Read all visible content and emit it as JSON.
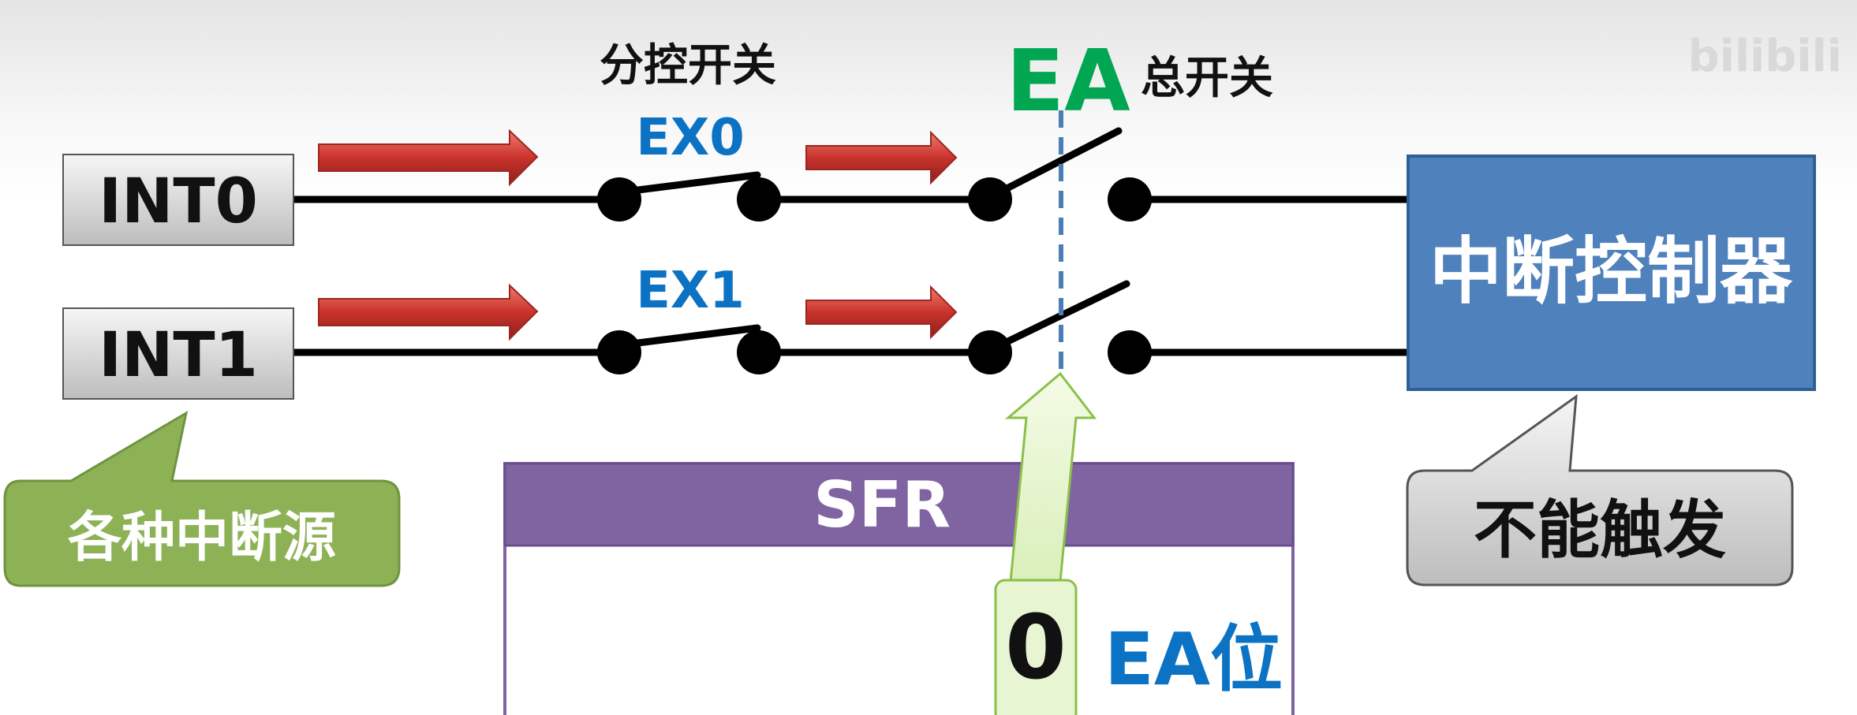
{
  "labels": {
    "branch_switch": "分控开关",
    "master_letters": "EA",
    "master_switch": "总开关",
    "ex0": "EX0",
    "ex1": "EX1",
    "watermark": "bilibili"
  },
  "sources": [
    "INT0",
    "INT1"
  ],
  "source_callout": "各种中断源",
  "controller": "中断控制器",
  "result_callout": "不能触发",
  "sfr": {
    "title": "SFR",
    "bit_value": "0",
    "bit_name": "EA位"
  },
  "colors": {
    "ea_green": "#00a651",
    "ex_blue": "#0b72c4",
    "controller_blue": "#4f81bd",
    "sfr_purple": "#8064a2",
    "callout_green": "#8db255",
    "arrow_red": "#c0312e",
    "dash_blue": "#4a7fb5"
  },
  "icons": {
    "flow_arrows": "red-right-arrow",
    "switch_contacts": "black-dot-contact",
    "pointer_arrow": "green-up-arrow"
  }
}
